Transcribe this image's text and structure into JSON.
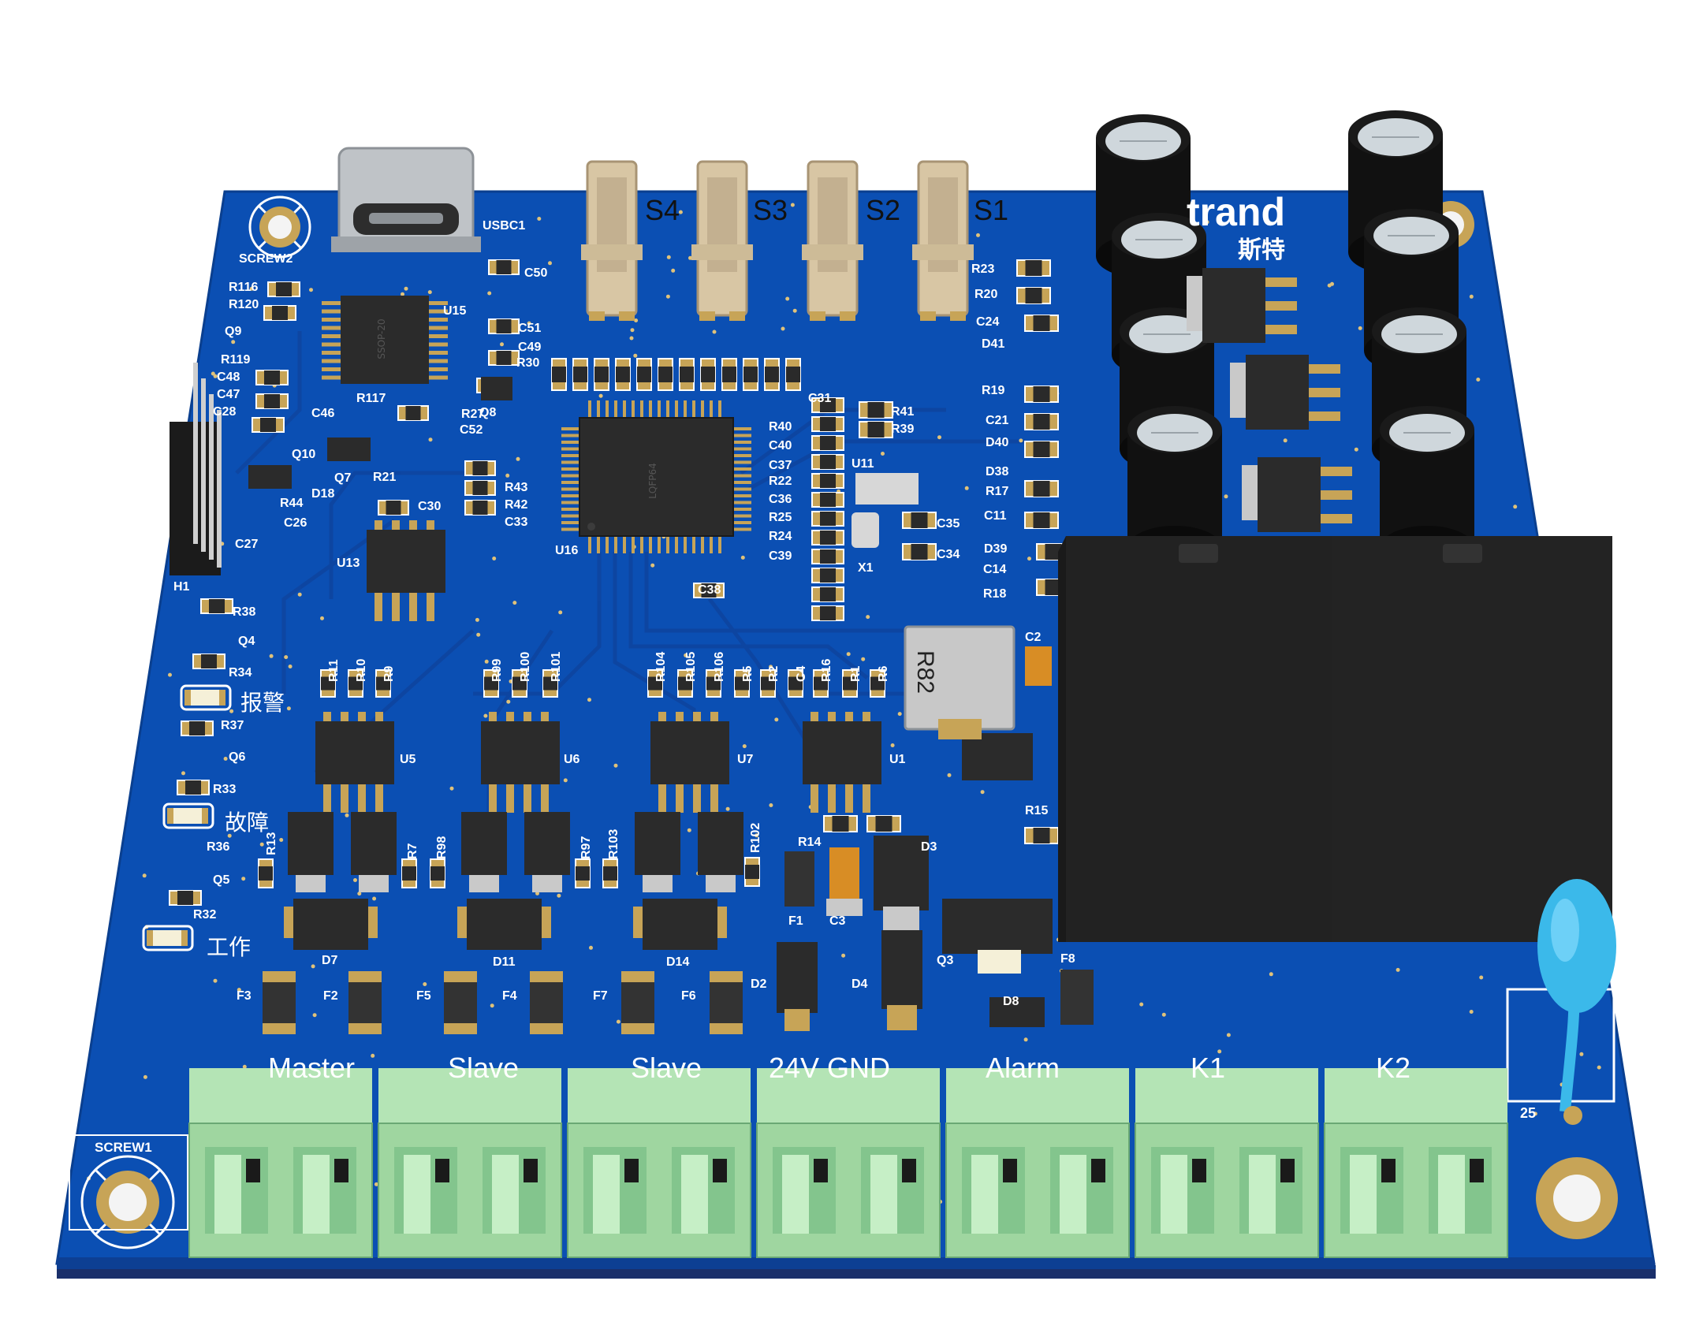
{
  "board": {
    "colors": {
      "pcb": "#0b4fb3",
      "pcb_dark": "#0a3f8f",
      "edge": "#1a2f6a",
      "pad": "#c7a457",
      "terminal": "#9fd6a0",
      "terminal_dark": "#6aa874",
      "ic": "#2b2b2b",
      "relay": "#222222",
      "cap": "#111111",
      "cap_top": "#cfd7dc",
      "usb": "#bfc3c7",
      "jst": "#d8c6a4",
      "inductor": "#c8c8c8",
      "cap_blue": "#3bb9ea"
    },
    "top_labels": {
      "usb": "USBC1",
      "screw_top_left": "SCREW2",
      "screw_bottom_left": "SCREW1",
      "s4": "S4",
      "s3": "S3",
      "s2": "S2",
      "s1": "S1",
      "brand": "trand",
      "brand_cn": "斯特",
      "header": "H1",
      "inductor": "R82",
      "ic_main": "U16",
      "ic_u15": "U15",
      "ic_u13": "U13",
      "ic_u5": "U5",
      "ic_u6": "U6",
      "ic_u7": "U7",
      "ic_u1": "U1",
      "crystal": "X1",
      "u11": "U11"
    },
    "status_leds": [
      {
        "ref": "报警"
      },
      {
        "ref": "故障"
      },
      {
        "ref": "工作"
      }
    ],
    "terminals": [
      {
        "label": "Master"
      },
      {
        "label": "Slave"
      },
      {
        "label": "Slave"
      },
      {
        "label": "24V GND"
      },
      {
        "label": "Alarm"
      },
      {
        "label": "K1"
      },
      {
        "label": "K2"
      }
    ],
    "refs_left": [
      "R116",
      "R120",
      "Q9",
      "R119",
      "C48",
      "C47",
      "C28",
      "Q10",
      "R44",
      "D18",
      "C27",
      "R38",
      "Q4",
      "R34",
      "R37",
      "Q6",
      "R33",
      "R36",
      "Q5",
      "R32"
    ],
    "refs_mid": [
      "C50",
      "C51",
      "C49",
      "R30",
      "Q8",
      "R27",
      "C52",
      "R117",
      "C46",
      "Q7",
      "R21",
      "C26",
      "C30",
      "R43",
      "R42",
      "C33",
      "C38"
    ],
    "refs_right": [
      "C31",
      "R41",
      "R40",
      "R39",
      "C40",
      "C37",
      "R22",
      "C36",
      "R25",
      "R24",
      "C39",
      "C35",
      "C34",
      "R23",
      "R20",
      "C24",
      "D41",
      "R19",
      "C21",
      "D40",
      "D38",
      "R17",
      "C11",
      "D39",
      "C14",
      "R18",
      "C2",
      "R15",
      "D3",
      "Q3",
      "F8",
      "D8"
    ],
    "refs_row": [
      "R11",
      "R10",
      "R9",
      "R99",
      "R100",
      "R101",
      "R104",
      "R105",
      "R106",
      "R5",
      "R2",
      "C4",
      "R16",
      "R1",
      "R6"
    ],
    "refs_bottom": [
      "R13",
      "R7",
      "R98",
      "R97",
      "R103",
      "R102",
      "R14",
      "D7",
      "D11",
      "D14",
      "F3",
      "F2",
      "F5",
      "F4",
      "F7",
      "F6",
      "D2",
      "F1",
      "C3",
      "D4"
    ],
    "cap_label": "25"
  }
}
